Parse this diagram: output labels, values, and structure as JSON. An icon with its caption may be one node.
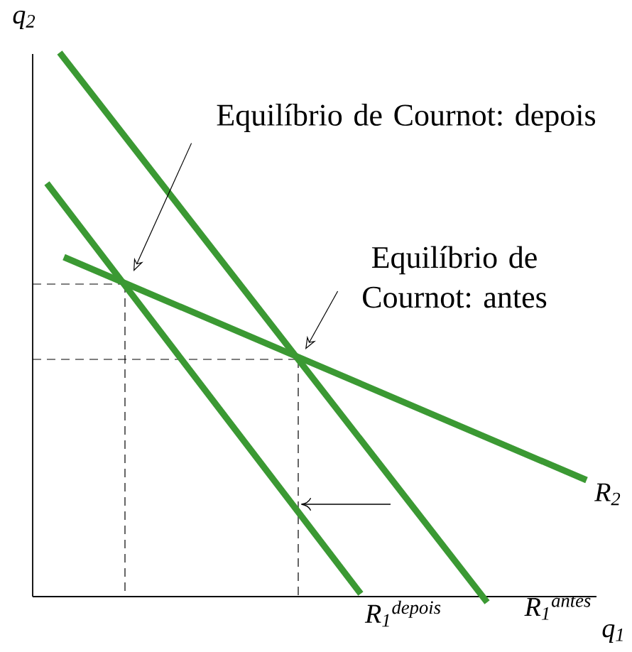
{
  "diagram": {
    "nodes": [
      {
        "text": [
          "Equilíbrio de Cournot: depois"
        ]
      },
      {
        "text": [
          "Equilíbrio de Cournot: antes"
        ]
      }
    ],
    "edges": [
      {
        "from": 0,
        "to": null,
        "arrow": "to"
      },
      {
        "from": 1,
        "to": null,
        "arrow": "to"
      }
    ],
    "labels": [
      "q$_{2}$",
      "q$_{1}$",
      "R$_{2}$",
      "R$_{1}$$^{depois}$",
      "R$_{1}$$^{antes}$"
    ]
  }
}
